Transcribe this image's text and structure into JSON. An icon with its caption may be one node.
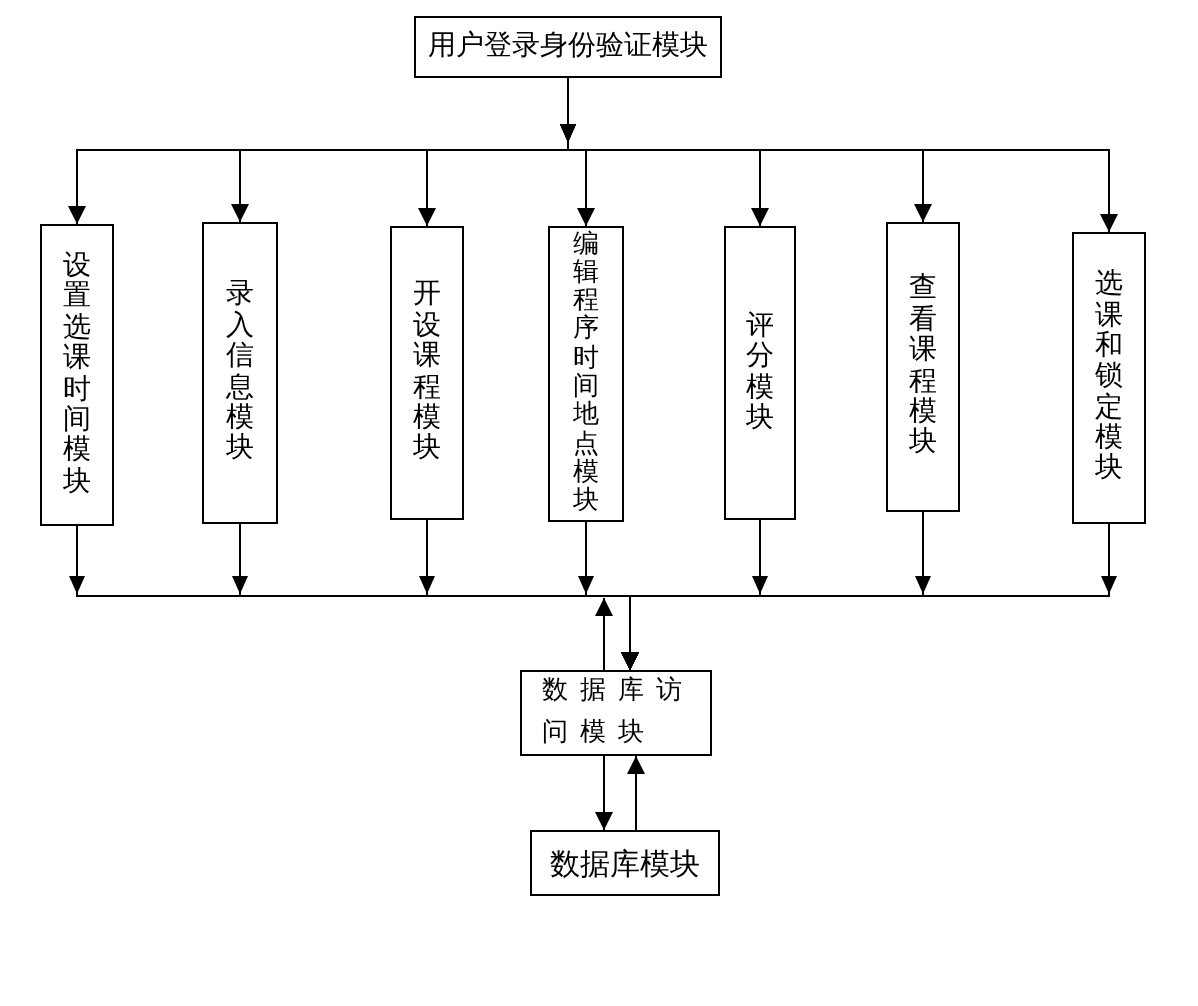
{
  "diagram": {
    "nodes": [
      {
        "text": [
          "用户登录身份验证模块"
        ]
      },
      {
        "text": [
          "设置选课时间模块"
        ]
      },
      {
        "text": [
          "录入信息模块"
        ]
      },
      {
        "text": [
          "开设课程模块"
        ]
      },
      {
        "text": [
          "编辑程序时间地点模块"
        ]
      },
      {
        "text": [
          "评分模块"
        ]
      },
      {
        "text": [
          "查看课程模块"
        ]
      },
      {
        "text": [
          "选课和锁定模块"
        ]
      },
      {
        "text": [
          "数据库访问模块"
        ]
      },
      {
        "text": [
          "数据库模块"
        ]
      }
    ],
    "edges": [
      {
        "from": 0,
        "to": 1,
        "arrow": "to"
      },
      {
        "from": 0,
        "to": 2,
        "arrow": "to"
      },
      {
        "from": 0,
        "to": 3,
        "arrow": "to"
      },
      {
        "from": 0,
        "to": 4,
        "arrow": "to"
      },
      {
        "from": 0,
        "to": 5,
        "arrow": "to"
      },
      {
        "from": 0,
        "to": 6,
        "arrow": "to"
      },
      {
        "from": 0,
        "to": 7,
        "arrow": "to"
      },
      {
        "from": 1,
        "to": 8,
        "arrow": "to"
      },
      {
        "from": 2,
        "to": 8,
        "arrow": "to"
      },
      {
        "from": 3,
        "to": 8,
        "arrow": "to"
      },
      {
        "from": 4,
        "to": 8,
        "arrow": "to"
      },
      {
        "from": 5,
        "to": 8,
        "arrow": "to"
      },
      {
        "from": 6,
        "to": 8,
        "arrow": "to"
      },
      {
        "from": 7,
        "to": 8,
        "arrow": "to"
      },
      {
        "from": 8,
        "to": null,
        "arrow": "to"
      },
      {
        "from": 8,
        "to": 9,
        "arrow": "to"
      },
      {
        "from": 9,
        "to": 8,
        "arrow": "to"
      }
    ]
  }
}
